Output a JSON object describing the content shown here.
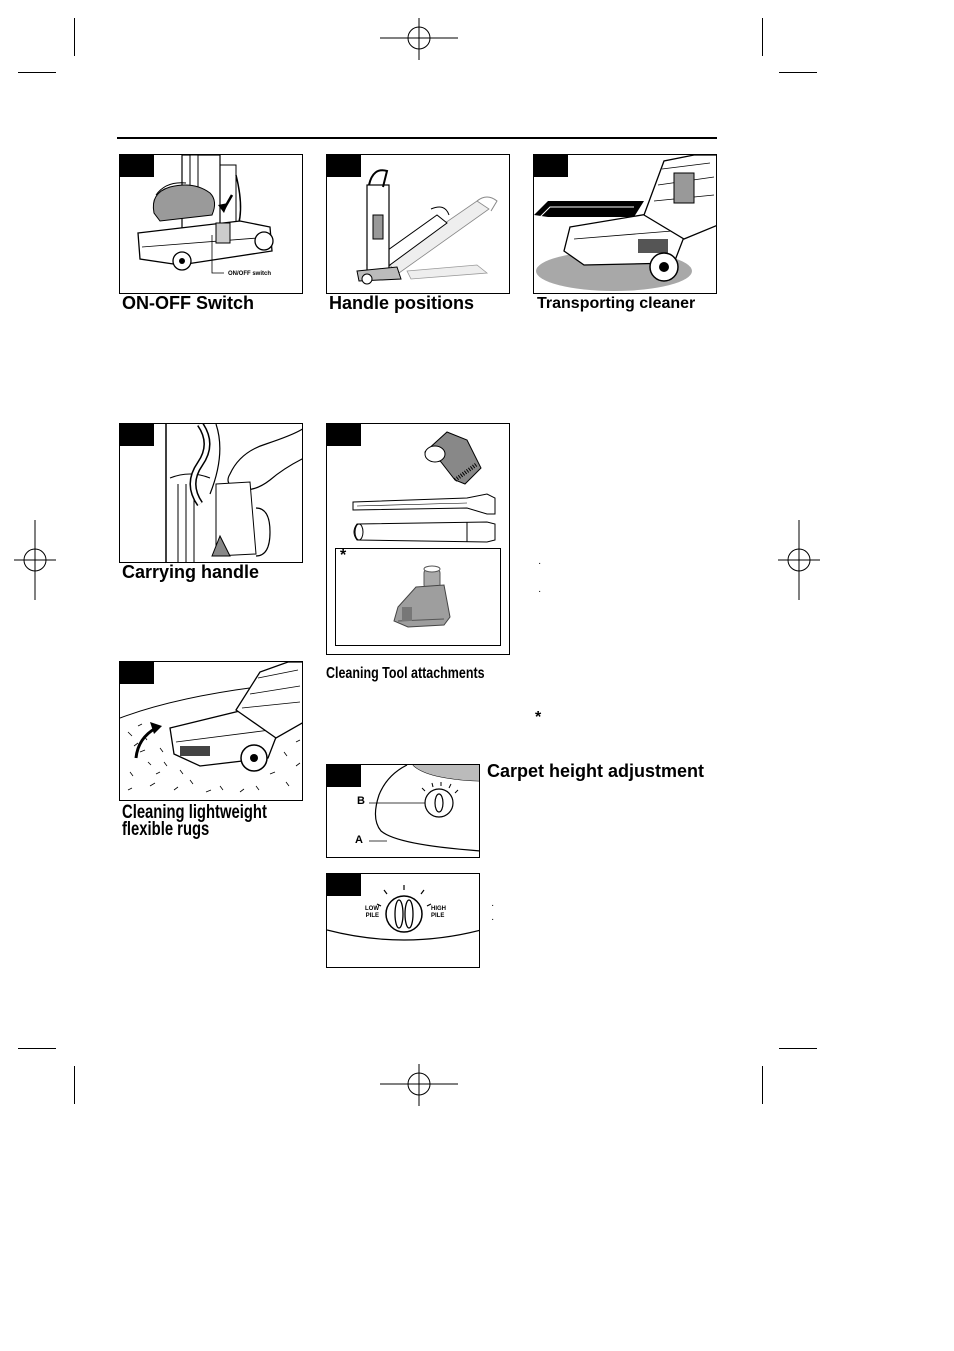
{
  "headings": {
    "on_off": "ON-OFF Switch",
    "handle_positions": "Handle positions",
    "transporting": "Transporting cleaner",
    "carrying": "Carrying handle",
    "tools": "Cleaning Tool attachments",
    "rugs_line1": "Cleaning lightweight",
    "rugs_line2": "flexible rugs",
    "carpet_height": "Carpet height adjustment"
  },
  "labels": {
    "on_off_switch": "ON/OFF switch",
    "asterisk": "*",
    "label_b": "B",
    "label_a": "A",
    "low_pile": "LOW PILE",
    "high_pile": "HIGH PILE"
  },
  "bullets": {
    "dot": "·"
  }
}
